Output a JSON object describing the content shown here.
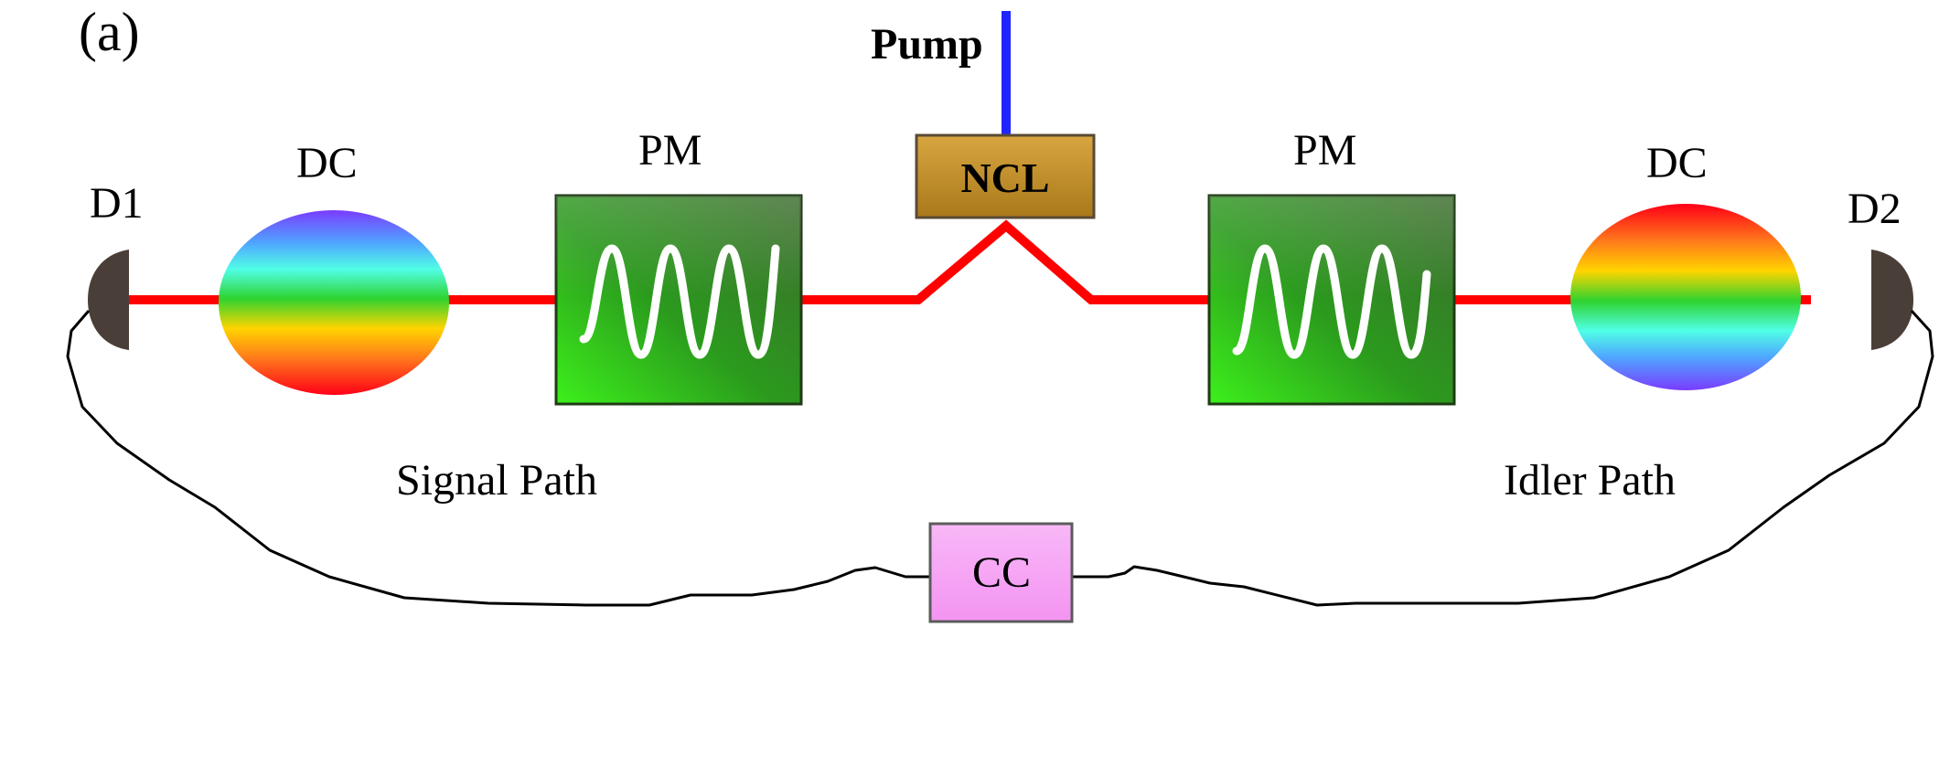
{
  "figure": {
    "panel_label": "(a)",
    "pump_label": "Pump",
    "source_label": "NCL",
    "left": {
      "detector_label": "D1",
      "dispersion_label": "DC",
      "modulator_label": "PM",
      "path_label": "Signal Path"
    },
    "right": {
      "detector_label": "D2",
      "dispersion_label": "DC",
      "modulator_label": "PM",
      "path_label": "Idler Path"
    },
    "counter_label": "CC"
  },
  "colors": {
    "beam": "#ff0000",
    "pump": "#1f25ff",
    "ncl_fill": "#b8861f",
    "pm_fill": "#2e8f1e",
    "cc_fill": "#f7a4f5",
    "detector": "#4a3e38",
    "wire": "#000000"
  },
  "icons": {
    "detector": "detector-icon",
    "dispersion": "rainbow-ellipse-icon",
    "modulator": "sine-wave-icon"
  }
}
